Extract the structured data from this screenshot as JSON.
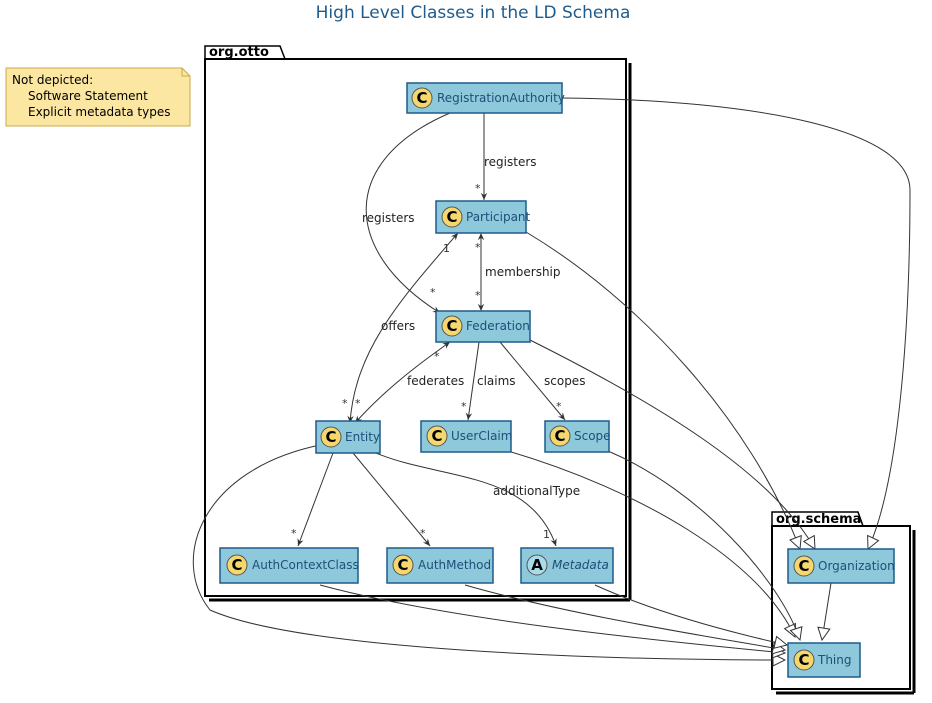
{
  "title": "High Level Classes in the LD Schema",
  "note": {
    "heading": "Not depicted:",
    "items": [
      "Software Statement",
      "Explicit metadata types"
    ]
  },
  "packages": {
    "otto": "org.otto",
    "schema": "org.schema"
  },
  "classes": {
    "registration_authority": {
      "name": "RegistrationAuthority",
      "stereotype": "C"
    },
    "participant": {
      "name": "Participant",
      "stereotype": "C"
    },
    "federation": {
      "name": "Federation",
      "stereotype": "C"
    },
    "entity": {
      "name": "Entity",
      "stereotype": "C"
    },
    "user_claim": {
      "name": "UserClaim",
      "stereotype": "C"
    },
    "scope": {
      "name": "Scope",
      "stereotype": "C"
    },
    "auth_context_class": {
      "name": "AuthContextClass",
      "stereotype": "C"
    },
    "auth_method": {
      "name": "AuthMethod",
      "stereotype": "C"
    },
    "metadata": {
      "name": "Metadata",
      "stereotype": "A"
    },
    "organization": {
      "name": "Organization",
      "stereotype": "C"
    },
    "thing": {
      "name": "Thing",
      "stereotype": "C"
    }
  },
  "edge_labels": {
    "ra_participant": "registers",
    "ra_federation": "registers",
    "participant_federation": "membership",
    "participant_entity": "offers",
    "federation_entity": "federates",
    "federation_userclaim": "claims",
    "federation_scope": "scopes",
    "entity_metadata": "additionalType"
  },
  "multiplicities": {
    "star": "*",
    "one": "1"
  },
  "colors": {
    "class_fill": "#8ec9db",
    "class_border": "#1f5b8c",
    "stereotype_circle": "#f5d76e",
    "note_fill": "#fbe7a1",
    "note_border": "#c9a84c"
  }
}
